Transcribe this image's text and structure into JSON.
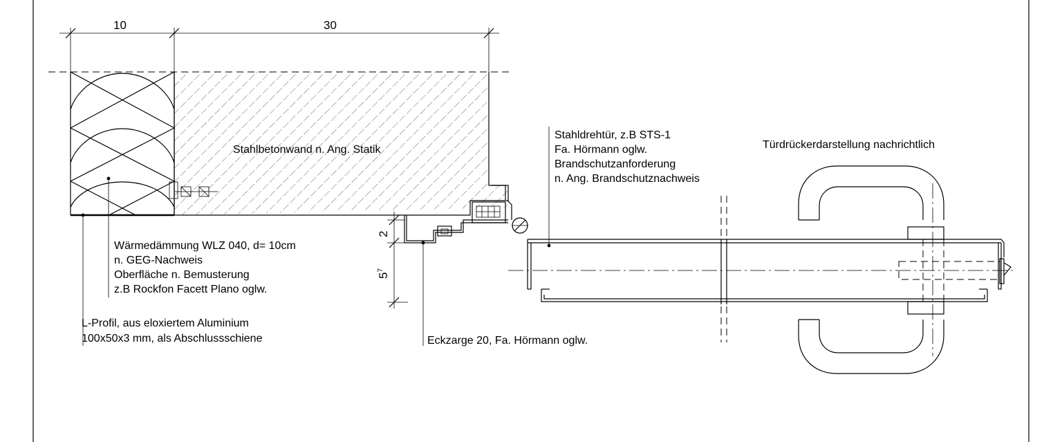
{
  "dimensions": {
    "insulation_width": "10",
    "wall_width": "30",
    "gap": "2",
    "reveal": "5",
    "reveal_sup": "7"
  },
  "labels": {
    "wall": "Stahlbetonwand n. Ang. Statik",
    "door": [
      "Stahldrehtür, z.B STS-1",
      "Fa. Hörmann oglw.",
      "Brandschutzanforderung",
      "n. Ang. Brandschutznachweis"
    ],
    "handle": "Türdrückerdarstellung nachrichtlich",
    "insulation": [
      "Wärmedämmung WLZ 040, d= 10cm",
      "n. GEG-Nachweis",
      "Oberfläche n. Bemusterung",
      "z.B Rockfon Facett Plano oglw."
    ],
    "profile": [
      "L-Profil, aus eloxiertem Aluminium",
      "100x50x3 mm, als Abschlussschiene"
    ],
    "frame": "Eckzarge 20, Fa. Hörmann oglw."
  }
}
